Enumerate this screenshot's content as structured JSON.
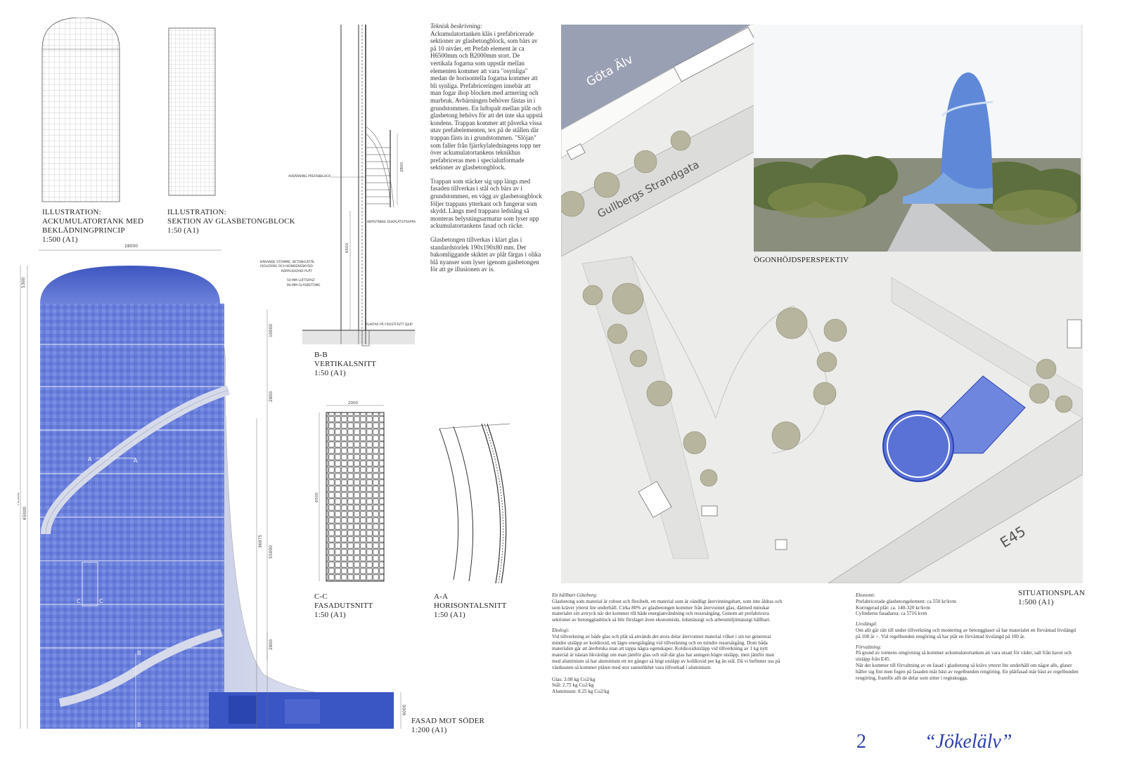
{
  "captions": {
    "tank_illustration": [
      "ILLUSTRATION:",
      "ACKUMULATORTANK MED",
      "BEKLÄDNINGPRINCIP",
      "1:500 (A1)"
    ],
    "block_section": [
      "ILLUSTRATION:",
      "SEKTION AV GLASBETONGBLOCK",
      "1:50 (A1)"
    ],
    "bb": [
      "B-B",
      "VERTIKALSNITT",
      "1:50 (A1)"
    ],
    "cc": [
      "C-C",
      "FASADUTSNITT",
      "1:50 (A1)"
    ],
    "aa": [
      "A-A",
      "HORISONTALSNITT",
      "1:50 (A1)"
    ],
    "facade": [
      "FASAD MOT SÖDER",
      "1:200 (A1)"
    ],
    "perspective": "ÖGONHÖJDSPERSPEKTIV",
    "siteplan": [
      "SITUATIONSPLAN",
      "1:500 (A1)"
    ]
  },
  "tech": {
    "heading": "Teknisk beskrivning:",
    "p1": "Ackumulatortanken kläs i prefabricerade sektioner av glasbetongblock, som bärs av på 10 nivåer, ett Prefab element är ca H6500mm och B2000mm stort. De vertikala fogarna som uppstår mellan elementen kommer att vara \"osynliga\" medan de horisontella fogarna kommer att bli synliga. Prefabriceringen innebär att man fogar ihop blocken med armering och murbruk. Avbärningen behöver fästas in i grundstommen. En luftspalt mellan plåt och glasbetong behövs för att det inte ska uppstå kondens. Trappan kommer att påverka vissa utav prefabelementen, tex på de ställen där trappan fästs in i grundstommen. \"Slöjan\" som faller från fjärrkylaledningens topp ner över ackumulatortankens teknikhus prefabriceras men i specialutformade sektioner av glasbetongblock.",
    "p2": "Trappan som stäcker sig upp längs med fasaden tillverkas i stål och bärs av i grundstommen, en vägg av glasbetongblock följer trappans ytterkant och fungerar som skydd. Längs med trappans ledstång så monteras belysningsarmatur som lyser upp ackumulatortankens fasad och räcke.",
    "p3": "Glasbetongen tillverkas i klart glas i standardstorlek 190x190x80 mm. Det bakomliggande skiktet av plåt färgas i olika blå nyanser som lyser igenom gasbetongen för att ge illusionen av is."
  },
  "section_labels": {
    "avbarning": "AVBÄRNING PREFABBLOCK",
    "infastning": "INFÄSTNING DUKPLÅTSTRAPPA",
    "barande": "BÄRANDE STOMME, BETONG/STÅL",
    "isolering": "ISOLERING OCH KONDENSSKYDD",
    "korrugerad": "KORRUGERAD PLÅT",
    "luftspalt": "50 MM LUFTSPALT",
    "glasbetong": "80 MM GLASBETONG",
    "plintar": "PLINTAR PÅ FROSTFRITT DJUP",
    "dim_2800": "2800",
    "dim_6500": "6500"
  },
  "dims": {
    "top": "28000",
    "d5300": "5300",
    "d10000": "10000",
    "d2800a": "2800",
    "d76300": "76300",
    "d65000": "65000",
    "d36975": "36975",
    "d55000": "55000",
    "d2800b": "2800",
    "d6000": "6000",
    "cc_w": "2000",
    "cc_h": "6500",
    "sec_a": "A",
    "sec_b": "B",
    "sec_c": "C"
  },
  "map": {
    "river": "Göta Älv",
    "street": "Gullbergs Strandgata",
    "road": "E45"
  },
  "sustain": {
    "heading": "Ett hållbart Göteborg:",
    "p1": "Glasbetong som material är robust och flexibelt, ett material som är oändligt återvinningsbart, som inte åldras och som kräver ytterst lite underhåll. Cirka 80% av glasbetongen kommer från återvunnet glas, därmed minskar materialet sitt avtryck när det kommer till både energianvändning och resursåtgång. Genom att prefabricera sektioner av betongglasblock så blir förslaget även ekonomiskt, tidsmässigt och arbetsmiljömässigt hållbart.",
    "eko_heading": "Ekologi:",
    "p2": "Vid tillverkning av både glas och plåt så används det stora delar återvunnet material vilket i sin tur genererar mindre utsläpp av koldioxid, en lägre energiåtgång vid tillverkning och en mindre resursåtgång. Dom båda materialen går att återbruka utan att tappa några egenskaper. Koldioxidutsläpp vid tillverkning av 1 kg nytt material är nästan likvärdigt om man jämför glas och stål där glas har aningen högre utsläpp, men jämför man med aluminium så har aluminium ett tre gånger så högt utsläpp av koldioxid per kg än stål. Då vi befinner oss på västkusten så kommer plåten med stor sannolikhet vara tillverkad i aluminium.",
    "l1": "Glas: 3.08 kg Co2/kg",
    "l2": "Stål: 2.75 kg Co2/kg",
    "l3": "Aluminium: 8.25 kg Co2/kg"
  },
  "economy": {
    "heading": "Ekonomi:",
    "l1": "Prefabricerade glasbetongelement: ca 550 kr/kvm",
    "l2": "Korrugerad plåt: ca. 140-320 kr/kvm",
    "l3": "Cylinderns fasadarea: ca 5716 kvm",
    "life_heading": "Livslängd:",
    "life": "Om allt går rätt till under tillverkning och montering av betongglaset så har materialet en förväntad livslängd på 100 år +. Vid regelbunden rengöring så har plåt en förväntad livslängd på 100 år.",
    "decay_heading": "Förvaltning:",
    "decay1": "På grund av tomtens omgivning så kommer ackumulatortanken att vara utsatt för väder, salt från havet och utsläpp från E45.",
    "decay2": "När det kommer till förvaltning av en fasad i glasbetong så krävs ytterst lite underhåll om något alls, glaset håller sig fint men fogen på fasaden mår bäst av regelbunden rengöring. En plåtfasad mår bäst av regelbunden rengöring, framför allt de delar som sitter i regnskugga."
  },
  "page_number": "2",
  "project_title": "“Jökelälv”",
  "colors": {
    "blue": "#5b6fd0",
    "deep": "#2438a8",
    "map": "#ececea",
    "tree": "#b7b59e"
  }
}
